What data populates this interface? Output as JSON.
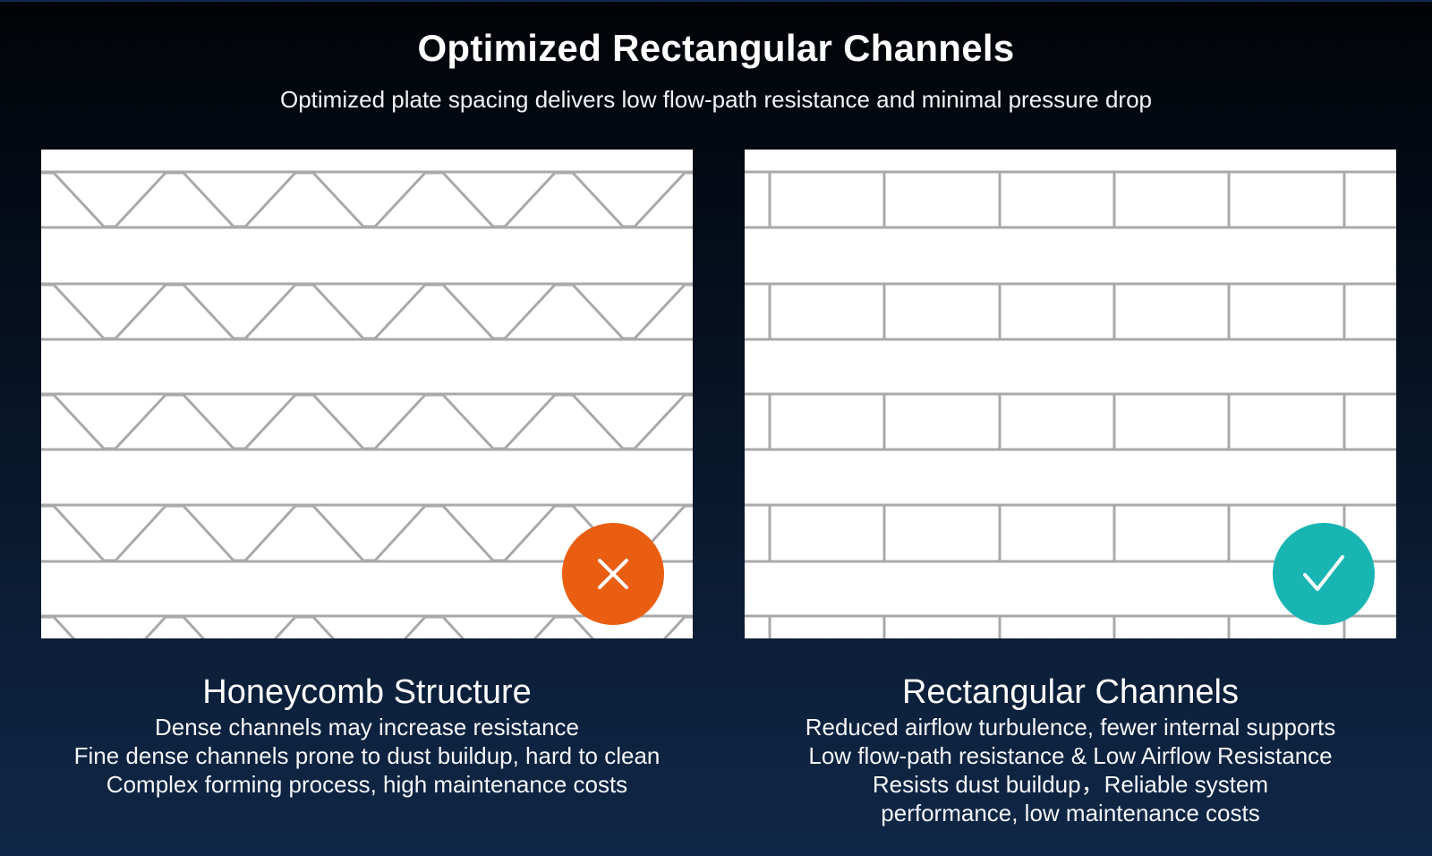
{
  "header": {
    "title": "Optimized Rectangular Channels",
    "subtitle": "Optimized plate spacing delivers low flow-path resistance and minimal pressure drop"
  },
  "left": {
    "title": "Honeycomb Structure",
    "lines": [
      "Dense channels may increase resistance",
      "Fine dense channels prone to dust buildup, hard to clean",
      "Complex forming process, high maintenance costs"
    ],
    "badge_icon": "cross-icon",
    "badge_color": "#ea5e12"
  },
  "right": {
    "title": "Rectangular Channels",
    "lines": [
      "Reduced airflow turbulence, fewer internal supports",
      "Low flow-path resistance & Low Airflow Resistance",
      "Resists dust buildup，Reliable system",
      "performance, low maintenance costs"
    ],
    "badge_icon": "check-icon",
    "badge_color": "#19b5b3"
  },
  "colors": {
    "line_gray": "#a9a9a9",
    "panel_bg": "#ffffff"
  }
}
